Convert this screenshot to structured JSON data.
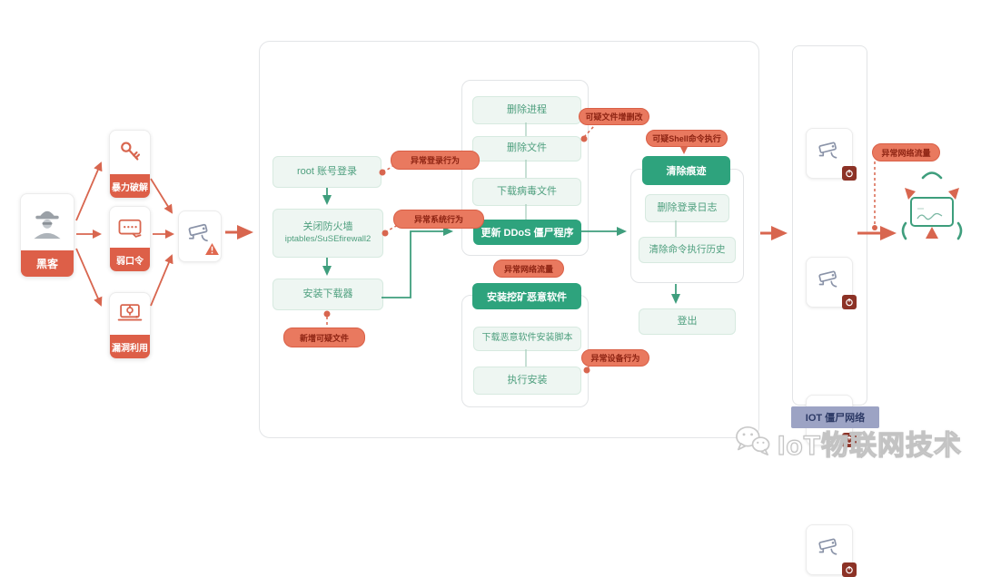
{
  "colors": {
    "accent_orange": "#DD5F48",
    "accent_green": "#2EA37D",
    "mint_text": "#4E9F7E",
    "badge_text": "#8E2413",
    "iot_bar": "#9CA3C4",
    "camera_icon": "#8A93A8",
    "virus_badge": "#8C3226"
  },
  "attacker": {
    "label": "黑客"
  },
  "attack_methods": [
    {
      "label": "暴力破解",
      "icon": "key-icon"
    },
    {
      "label": "弱口令",
      "icon": "weak-password-icon"
    },
    {
      "label": "漏洞利用",
      "icon": "exploit-laptop-icon"
    }
  ],
  "compromised_device": {
    "icon": "cctv-camera-icon",
    "alert_icon": "warning-triangle-icon"
  },
  "intrusion_flow": {
    "steps": [
      "root 账号登录",
      "关闭防火墙",
      "安装下载器"
    ],
    "step2_sub": "iptables/SuSEfirewall2"
  },
  "ddos_group": {
    "header": "更新 DDoS 僵尸程序",
    "steps": [
      "删除进程",
      "删除文件",
      "下载病毒文件"
    ]
  },
  "miner_group": {
    "header": "安装挖矿恶意软件",
    "steps": [
      "下载恶意软件安装脚本",
      "执行安装"
    ]
  },
  "cleanup_group": {
    "header": "清除痕迹",
    "steps": [
      "删除登录日志",
      "清除命令执行历史"
    ],
    "logout": "登出"
  },
  "alerts": {
    "abnormal_login": "异常登录行为",
    "abnormal_system": "异常系统行为",
    "new_suspicious_file": "新增可疑文件",
    "suspicious_file_change": "可疑文件增删改",
    "suspicious_shell": "可疑Shell命令执行",
    "abnormal_net_traffic": "异常网络流量",
    "abnormal_device": "异常设备行为",
    "abnormal_net_traffic_right": "异常网络流量"
  },
  "botnet": {
    "label": "IOT 僵尸网络",
    "camera_count": 4
  },
  "watermark": {
    "text": "IoT物联网技术",
    "icon": "wechat-icon"
  }
}
